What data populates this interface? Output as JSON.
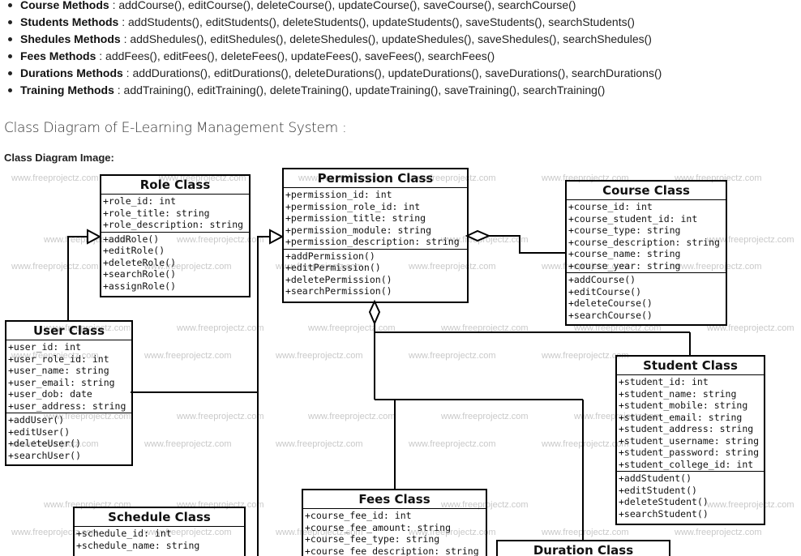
{
  "method_list": [
    {
      "name": "Course Methods",
      "methods": " : addCourse(), editCourse(), deleteCourse(), updateCourse(), saveCourse(), searchCourse()"
    },
    {
      "name": "Students Methods",
      "methods": " : addStudents(), editStudents(), deleteStudents(), updateStudents(), saveStudents(), searchStudents()"
    },
    {
      "name": "Shedules Methods",
      "methods": " : addShedules(), editShedules(), deleteShedules(), updateShedules(), saveShedules(), searchShedules()"
    },
    {
      "name": "Fees Methods",
      "methods": " : addFees(), editFees(), deleteFees(), updateFees(), saveFees(), searchFees()"
    },
    {
      "name": "Durations Methods",
      "methods": " : addDurations(), editDurations(), deleteDurations(), updateDurations(), saveDurations(), searchDurations()"
    },
    {
      "name": "Training Methods",
      "methods": " : addTraining(), editTraining(), deleteTraining(), updateTraining(), saveTraining(), searchTraining()"
    }
  ],
  "section_heading": "Class Diagram of E-Learning Management System :",
  "image_label": "Class Diagram Image:",
  "watermark": "www.freeprojectz.com",
  "classes": {
    "role": {
      "name": "Role Class",
      "attributes": [
        "+role_id: int",
        "+role_title: string",
        "+role_description: string"
      ],
      "methods": [
        "+addRole()",
        "+editRole()",
        "+deleteRole()",
        "+searchRole()",
        "+assignRole()"
      ]
    },
    "permission": {
      "name": "Permission Class",
      "attributes": [
        "+permission_id: int",
        "+permission_role_id: int",
        "+permission_title: string",
        "+permission_module: string",
        "+permission_description: string"
      ],
      "methods": [
        "+addPermission()",
        "+editPermission()",
        "+deletePermission()",
        "+searchPermission()"
      ]
    },
    "course": {
      "name": "Course Class",
      "attributes": [
        "+course_id: int",
        "+course_student_id: int",
        "+course_type: string",
        "+course_description: string",
        "+course_name: string",
        "+course_year: string"
      ],
      "methods": [
        "+addCourse()",
        "+editCourse()",
        "+deleteCourse()",
        "+searchCourse()"
      ]
    },
    "user": {
      "name": "User Class",
      "attributes": [
        "+user_id: int",
        "+user_role_id: int",
        "+user_name: string",
        "+user_email: string",
        "+user_dob: date",
        "+user_address: string"
      ],
      "methods": [
        "+addUser()",
        "+editUser()",
        "+deleteUser()",
        "+searchUser()"
      ]
    },
    "student": {
      "name": "Student Class",
      "attributes": [
        "+student_id: int",
        "+student_name: string",
        "+student_mobile: string",
        "+student_email: string",
        "+student_address: string",
        "+student_username: string",
        "+student_password: string",
        "+student_college_id: int"
      ],
      "methods": [
        "+addStudent()",
        "+editStudent()",
        "+deleteStudent()",
        "+searchStudent()"
      ]
    },
    "fees": {
      "name": "Fees Class",
      "attributes": [
        "+course_fee_id: int",
        "+course_fee_amount: string",
        "+course_fee_type: string",
        "+course_fee_description: string"
      ],
      "methods": []
    },
    "schedule": {
      "name": "Schedule Class",
      "attributes": [
        "+schedule_id: int",
        "+schedule_name: string"
      ],
      "methods": []
    },
    "duration": {
      "name": "Duration Class",
      "attributes": [],
      "methods": []
    }
  }
}
